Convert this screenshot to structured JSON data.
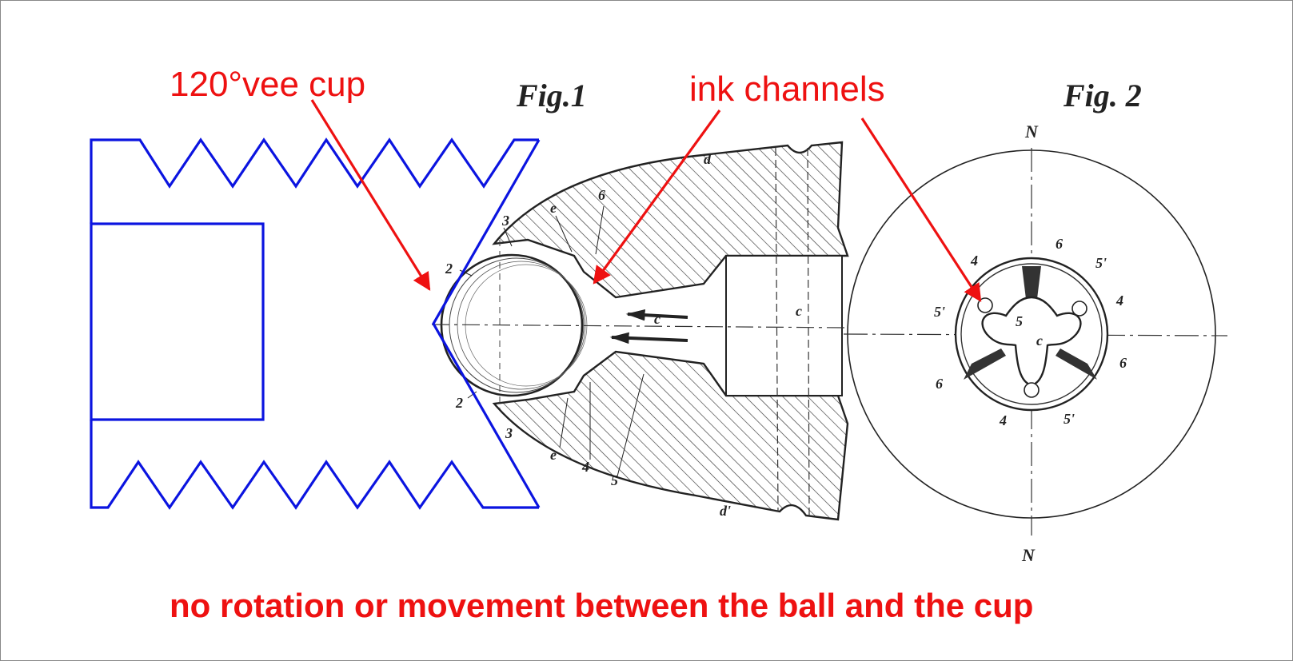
{
  "figure_titles": {
    "fig1": "Fig.1",
    "fig2": "Fig. 2"
  },
  "annotations": {
    "vee_cup": "120°vee cup",
    "ink_channels": "ink channels",
    "caption": "no rotation or movement between the ball and the cup"
  },
  "fig1_reference_labels": {
    "ref_2_upper": "2",
    "ref_2_lower": "2",
    "ref_3_upper": "3",
    "ref_3_lower": "3",
    "ref_e_upper": "e",
    "ref_e_lower": "e",
    "ref_6": "6",
    "ref_d_upper": "d",
    "ref_d_lower": "d'",
    "ref_c_arrow": "c",
    "ref_c_bore": "c",
    "ref_4": "4",
    "ref_5": "5"
  },
  "fig2_reference_labels": {
    "north_top": "N",
    "north_bottom": "N",
    "ref_4_top_left": "4",
    "ref_6_top": "6",
    "ref_5p_top_right": "5'",
    "ref_4_right": "4",
    "ref_5p_left": "5'",
    "ref_5_center": "5",
    "ref_c_center": "c",
    "ref_6_right": "6",
    "ref_6_left": "6",
    "ref_4_bottom": "4",
    "ref_5p_bottom_right": "5'"
  },
  "colors": {
    "annotation": "#ee1111",
    "cup_outline": "#0b14e0",
    "drawing_ink": "#222222",
    "background": "#ffffff"
  }
}
